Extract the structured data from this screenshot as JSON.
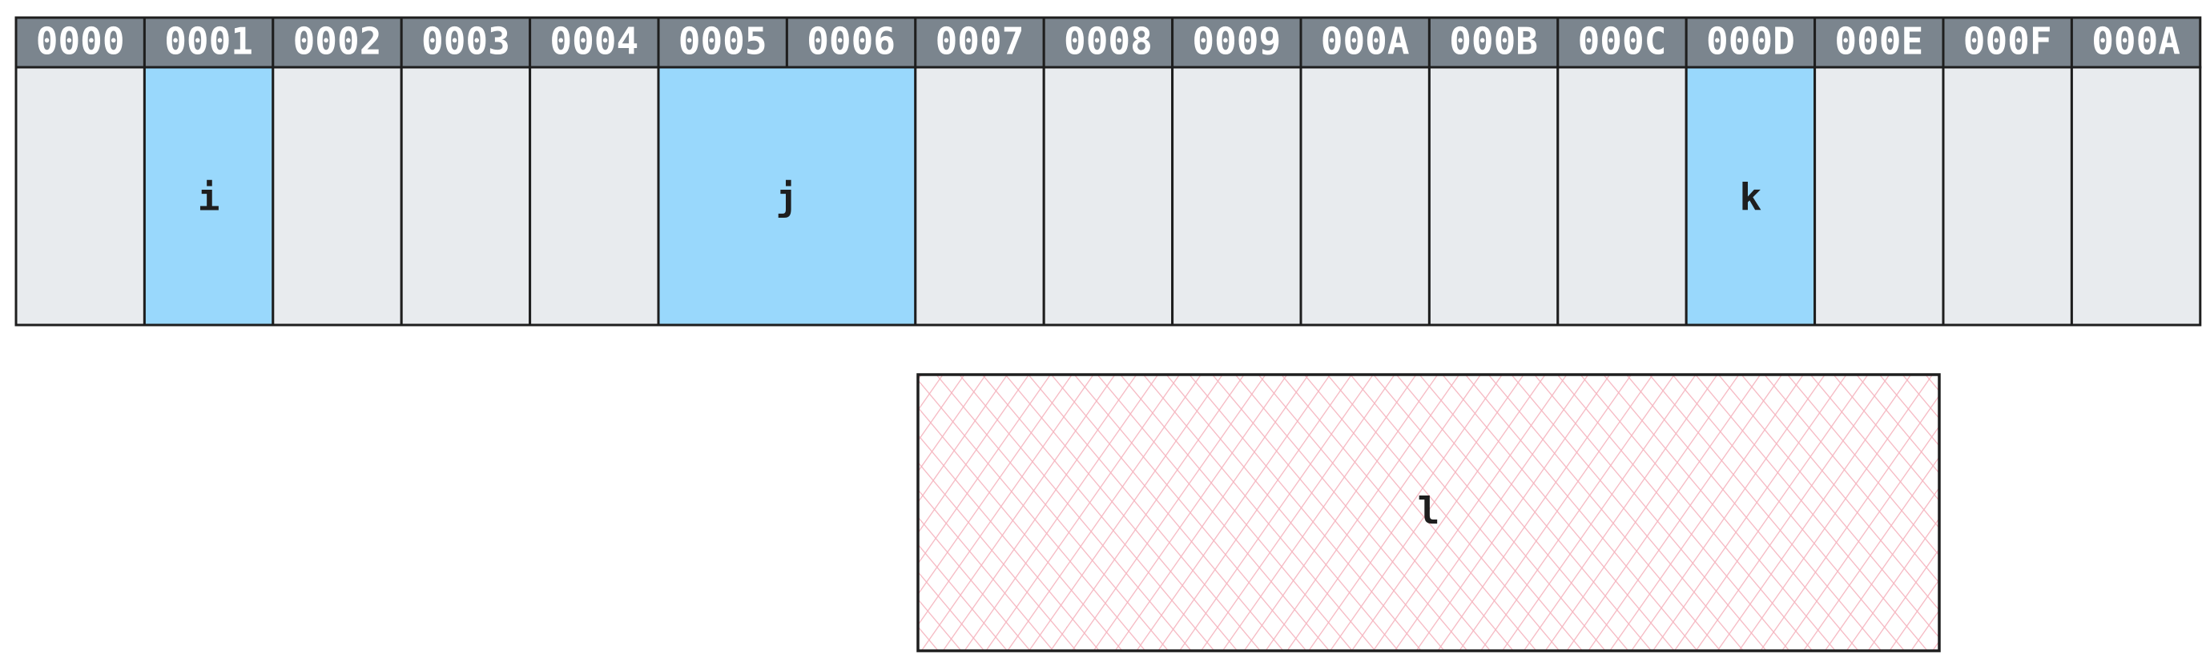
{
  "memory": {
    "addresses": [
      "0000",
      "0001",
      "0002",
      "0003",
      "0004",
      "0005",
      "0006",
      "0007",
      "0008",
      "0009",
      "000A",
      "000B",
      "000C",
      "000D",
      "000E",
      "000F",
      "000A"
    ],
    "cells": [
      {
        "start": 0,
        "span": 1,
        "label": "",
        "filled": false
      },
      {
        "start": 1,
        "span": 1,
        "label": "i",
        "filled": true
      },
      {
        "start": 2,
        "span": 1,
        "label": "",
        "filled": false
      },
      {
        "start": 3,
        "span": 1,
        "label": "",
        "filled": false
      },
      {
        "start": 4,
        "span": 1,
        "label": "",
        "filled": false
      },
      {
        "start": 5,
        "span": 2,
        "label": "j",
        "filled": true
      },
      {
        "start": 7,
        "span": 1,
        "label": "",
        "filled": false
      },
      {
        "start": 8,
        "span": 1,
        "label": "",
        "filled": false
      },
      {
        "start": 9,
        "span": 1,
        "label": "",
        "filled": false
      },
      {
        "start": 10,
        "span": 1,
        "label": "",
        "filled": false
      },
      {
        "start": 11,
        "span": 1,
        "label": "",
        "filled": false
      },
      {
        "start": 12,
        "span": 1,
        "label": "",
        "filled": false
      },
      {
        "start": 13,
        "span": 1,
        "label": "k",
        "filled": true
      },
      {
        "start": 14,
        "span": 1,
        "label": "",
        "filled": false
      },
      {
        "start": 15,
        "span": 1,
        "label": "",
        "filled": false
      },
      {
        "start": 16,
        "span": 1,
        "label": "",
        "filled": false
      }
    ]
  },
  "external_block": {
    "label": "l"
  },
  "colors": {
    "header_bg": "#7b858e",
    "cell_empty": "#e8ebee",
    "cell_filled": "#99d8fc",
    "hatch": "#f5b5bf",
    "stroke": "#1e1e1e"
  }
}
